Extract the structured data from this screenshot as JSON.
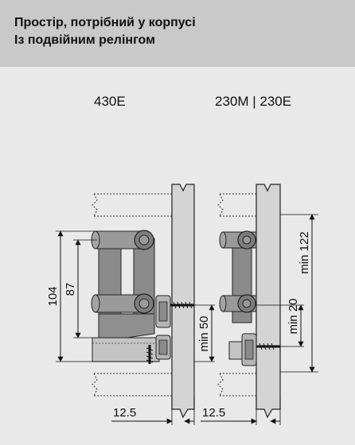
{
  "header": {
    "title": "Простір, потрібний у корпусі\nІз подвійним релінгом"
  },
  "columns": {
    "left_label": "430E",
    "right_label": "230M | 230E"
  },
  "dimensions": {
    "d104": "104",
    "d87": "87",
    "min50": "min 50",
    "min20": "min 20",
    "min122": "min 122",
    "left_offset": "12.5",
    "right_offset": "12.5"
  },
  "colors": {
    "header_bg": "#c9c9c9",
    "page_bg": "#e9e9e9",
    "panel": "#d4d4d4",
    "rail": "#8a8a8a",
    "rail_dark": "#6f6f6f"
  }
}
